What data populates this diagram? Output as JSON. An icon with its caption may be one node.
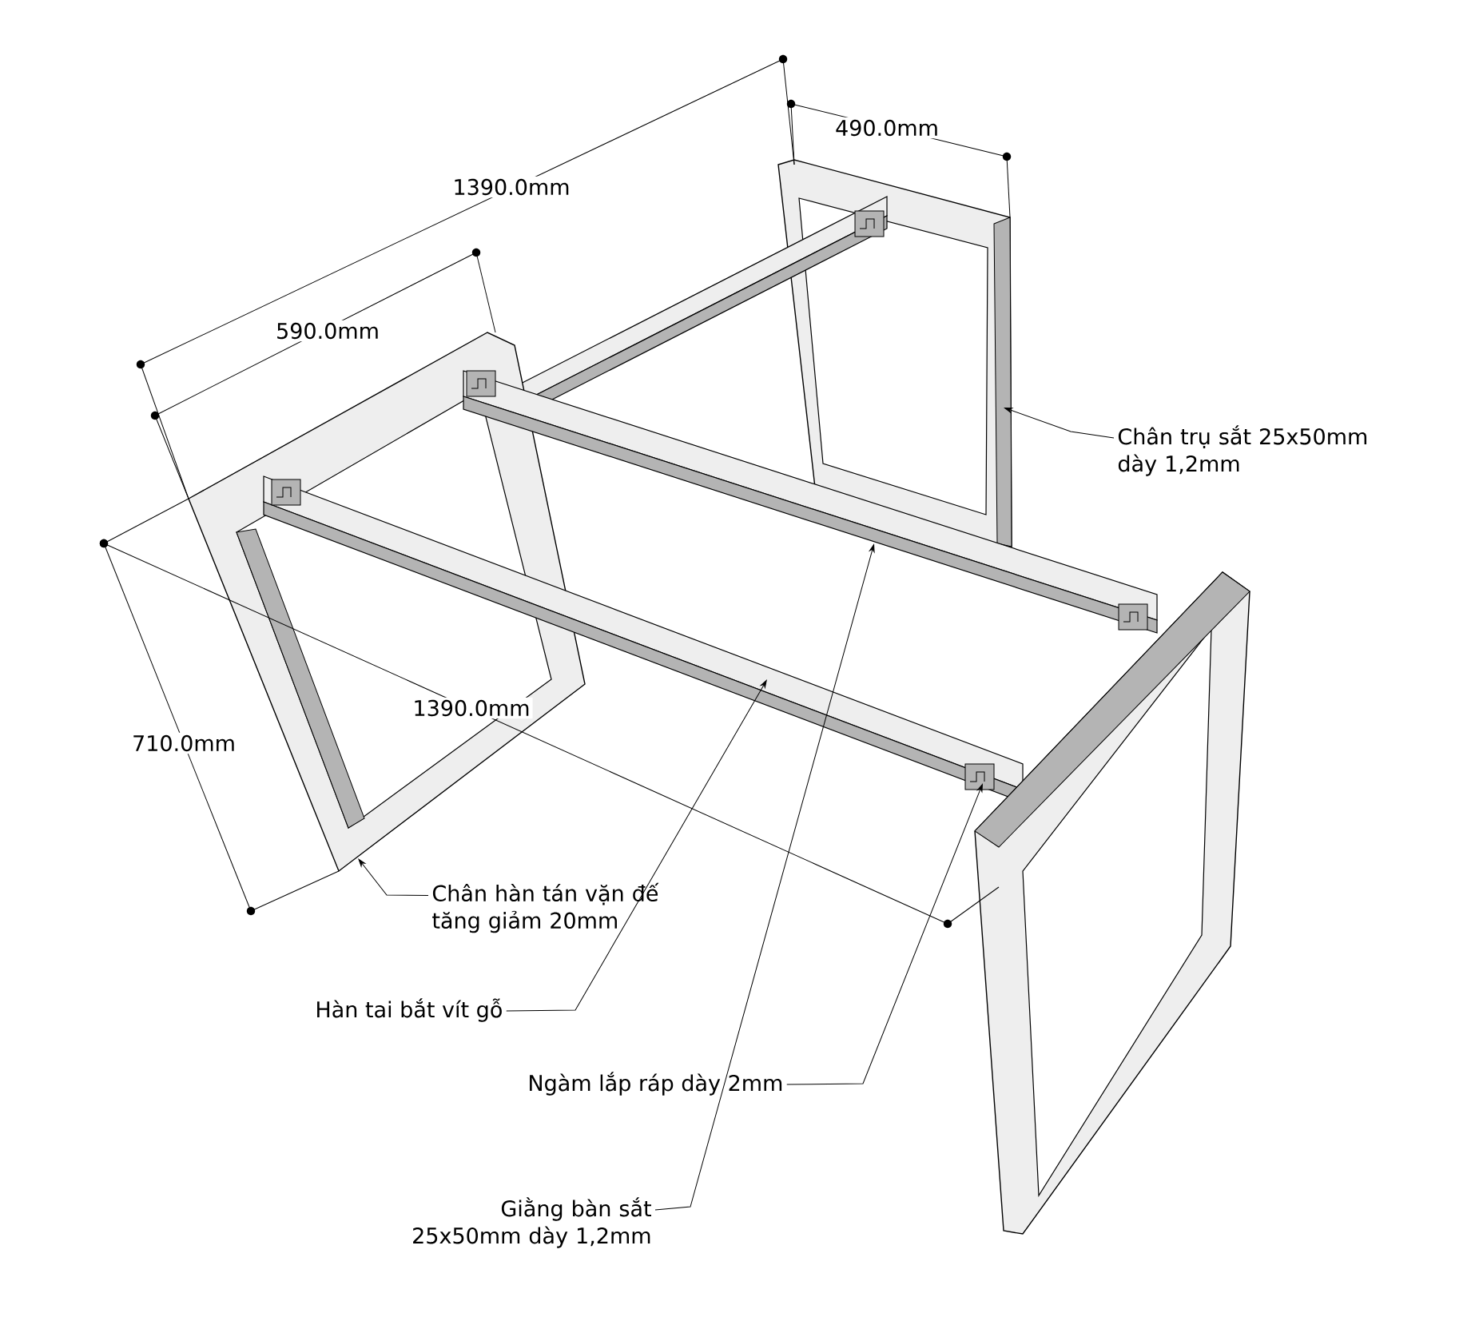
{
  "diagram": {
    "nodes": [
      {
        "text": [
          "Chân trụ sắt 25x50mm dày 1,2mm"
        ]
      },
      {
        "text": [
          "Chân hàn tán vặn đế tăng giảm 20mm"
        ]
      },
      {
        "text": [
          "Hàn tai bắt vít gỗ"
        ]
      },
      {
        "text": [
          "Ngàm lắp ráp dày 2mm"
        ]
      },
      {
        "text": [
          "Giằng bàn sắt 25x50mm dày 1,2mm"
        ]
      },
      {
        "text": [],
        "shape": "picture"
      },
      {
        "text": [],
        "shape": "picture"
      },
      {
        "text": [],
        "shape": "bar"
      },
      {
        "text": [],
        "shape": "bar"
      },
      {
        "text": [],
        "shape": "box"
      }
    ],
    "edges": [
      {
        "from": 0,
        "to": 6,
        "arrow": "to"
      },
      {
        "from": 1,
        "to": 5,
        "arrow": "to"
      },
      {
        "from": 2,
        "to": 7,
        "arrow": "to"
      },
      {
        "from": 3,
        "to": 9,
        "arrow": "to"
      },
      {
        "from": 4,
        "to": 8,
        "arrow": "to"
      }
    ],
    "labels": [
      "1390.0mm",
      "490.0mm",
      "590.0mm",
      "710.0mm",
      "1390.0mm"
    ]
  }
}
